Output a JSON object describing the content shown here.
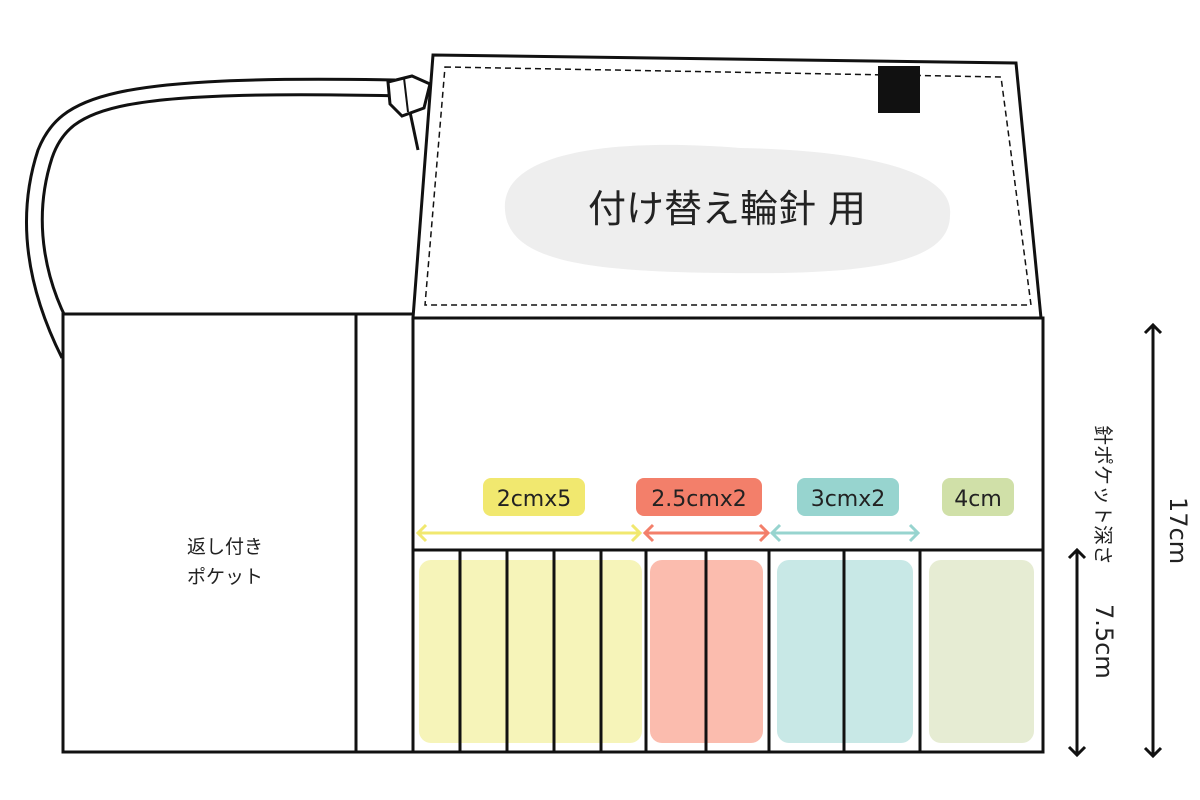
{
  "flap": {
    "title": "付け替え輪針 用"
  },
  "side_pocket": {
    "line1": "返し付き",
    "line2": "ポケット"
  },
  "sections": [
    {
      "label": "2cmx5",
      "count": 5,
      "label_color": "#f1e86f",
      "arrow_color": "#f1e86f",
      "fill_color": "#f6f4b9"
    },
    {
      "label": "2.5cmx2",
      "count": 2,
      "label_color": "#f37f6a",
      "arrow_color": "#f37f6a",
      "fill_color": "#fbbcae"
    },
    {
      "label": "3cmx2",
      "count": 2,
      "label_color": "#97d4cf",
      "arrow_color": "#97d4cf",
      "fill_color": "#c8e8e6"
    },
    {
      "label": "4cm",
      "count": 1,
      "label_color": "#d0e0a8",
      "arrow_color": null,
      "fill_color": "#e6ecd3"
    }
  ],
  "dimensions": {
    "pocket_depth_label": "針ポケット深さ",
    "pocket_depth_value": "7.5cm",
    "total_height": "17cm"
  },
  "colors": {
    "outline": "#111111",
    "flap_label_bg": "#eeeeee",
    "tab": "#111111"
  }
}
